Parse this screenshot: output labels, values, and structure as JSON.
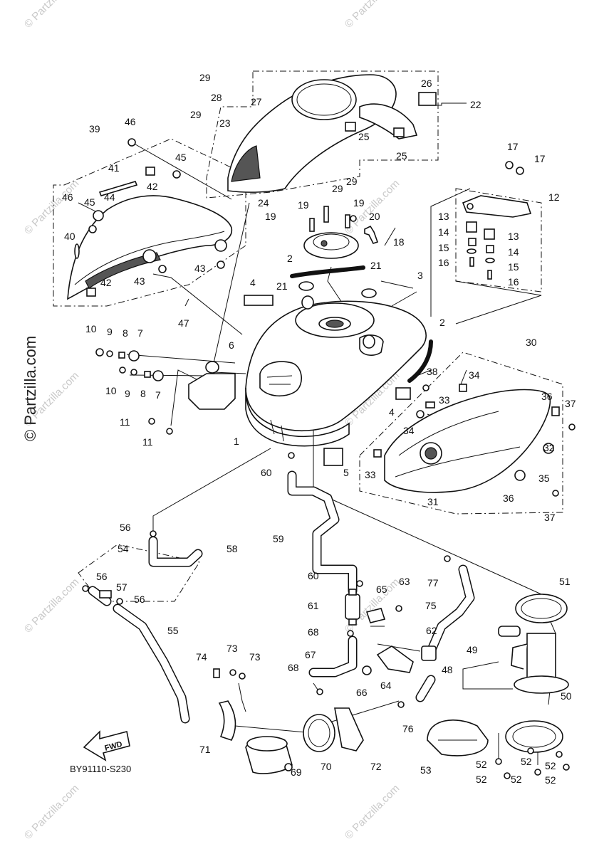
{
  "diagram_code": "BY91110-S230",
  "fwd_label": "FWD",
  "watermark_text": "© Partzilla.com",
  "watermark_main": "© Partzilla.com",
  "callouts": {
    "c1": "1",
    "c2a": "2",
    "c2b": "2",
    "c3": "3",
    "c4a": "4",
    "c4b": "4",
    "c5": "5",
    "c6": "6",
    "c7a": "7",
    "c7b": "7",
    "c8a": "8",
    "c8b": "8",
    "c9a": "9",
    "c9b": "9",
    "c10a": "10",
    "c10b": "10",
    "c11a": "11",
    "c11b": "11",
    "c12": "12",
    "c13a": "13",
    "c13b": "13",
    "c14a": "14",
    "c14b": "14",
    "c15a": "15",
    "c15b": "15",
    "c16a": "16",
    "c16b": "16",
    "c17a": "17",
    "c17b": "17",
    "c18": "18",
    "c19a": "19",
    "c19b": "19",
    "c19c": "19",
    "c20": "20",
    "c21a": "21",
    "c21b": "21",
    "c22": "22",
    "c23": "23",
    "c24": "24",
    "c25a": "25",
    "c25b": "25",
    "c26": "26",
    "c27": "27",
    "c28": "28",
    "c29a": "29",
    "c29b": "29",
    "c29c": "29",
    "c29d": "29",
    "c30": "30",
    "c31": "31",
    "c32": "32",
    "c33a": "33",
    "c33b": "33",
    "c34a": "34",
    "c34b": "34",
    "c35": "35",
    "c36a": "36",
    "c36b": "36",
    "c37a": "37",
    "c37b": "37",
    "c38": "38",
    "c39": "39",
    "c40": "40",
    "c41": "41",
    "c42a": "42",
    "c42b": "42",
    "c43a": "43",
    "c43b": "43",
    "c44": "44",
    "c45a": "45",
    "c45b": "45",
    "c46a": "46",
    "c46b": "46",
    "c47": "47",
    "c48": "48",
    "c49": "49",
    "c50": "50",
    "c51": "51",
    "c52a": "52",
    "c52b": "52",
    "c52c": "52",
    "c52d": "52",
    "c52e": "52",
    "c52f": "52",
    "c53": "53",
    "c54": "54",
    "c55": "55",
    "c56a": "56",
    "c56b": "56",
    "c56c": "56",
    "c57": "57",
    "c58": "58",
    "c59": "59",
    "c60a": "60",
    "c60b": "60",
    "c61": "61",
    "c62": "62",
    "c63": "63",
    "c64": "64",
    "c65": "65",
    "c66": "66",
    "c67": "67",
    "c68a": "68",
    "c68b": "68",
    "c69": "69",
    "c70": "70",
    "c71": "71",
    "c72": "72",
    "c73a": "73",
    "c73b": "73",
    "c74": "74",
    "c75": "75",
    "c76": "76",
    "c77": "77"
  }
}
